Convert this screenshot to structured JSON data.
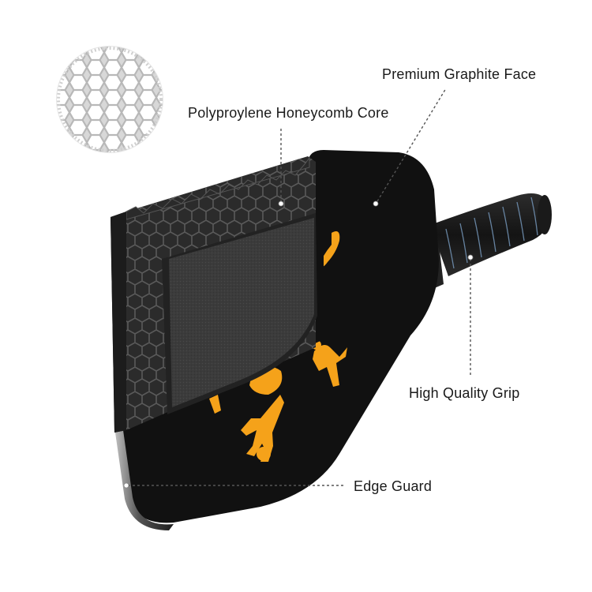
{
  "diagram": {
    "callouts": {
      "premium_graphite_face": "Premium Graphite Face",
      "honeycomb_core": "Polyproylene Honeycomb Core",
      "grip": "High Quality Grip",
      "edge_guard": "Edge Guard"
    },
    "colors": {
      "background": "#ffffff",
      "paddle_face": "#111111",
      "honeycomb": "#3a3a3a",
      "graphic_accent": "#f5a21a",
      "grip_wrap": "#1c1c1c",
      "grip_stripe": "#6f8fb0",
      "edge_guard": "#2a2a2a",
      "leader_line": "#555555"
    }
  }
}
